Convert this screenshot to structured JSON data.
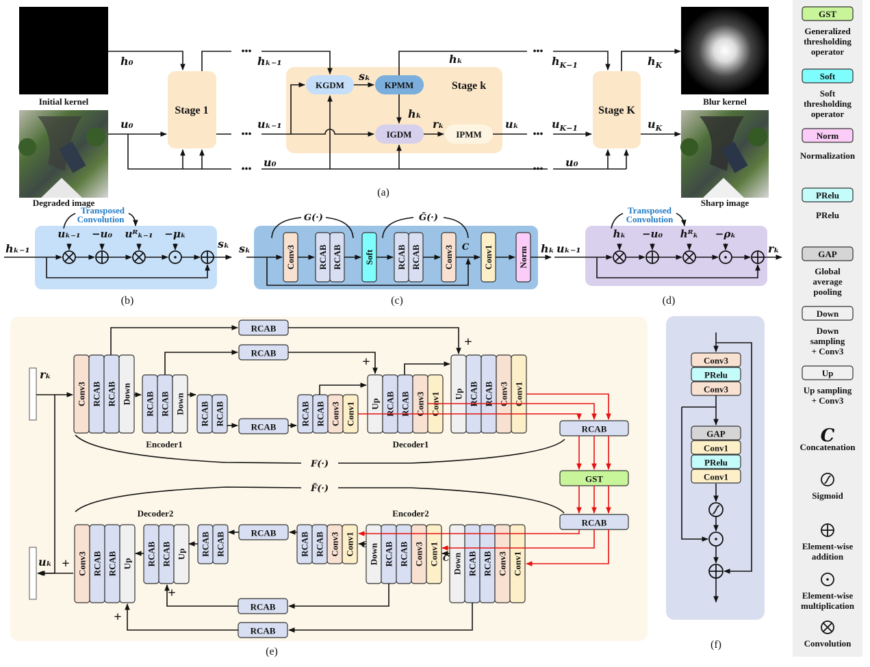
{
  "colors": {
    "stage": "#fce7c9",
    "kgdm": "#c5dffa",
    "kpmm": "#7aaedc",
    "igdm": "#d7d0ec",
    "ipmm": "#fdf5e2",
    "panel_b": "#c7e0f9",
    "panel_c": "#9cc3e6",
    "panel_d": "#d9d0ee",
    "panel_e": "#fdf7e9",
    "panel_f": "#d8deef",
    "legend_bg": "#efefef",
    "conv3": "#f9e1d2",
    "conv1": "#fdf0c9",
    "rcab": "#d8dff2",
    "down": "#f0f0f0",
    "soft": "#7ffdfd",
    "norm": "#fbccf7",
    "gst": "#c8f59a",
    "prelu": "#c4fbfb",
    "gap": "#d5d5d5",
    "red_line": "#e81010",
    "blue_text": "#1f7ac7"
  },
  "panel_a": {
    "caption": "(a)",
    "initial_kernel_label": "Initial kernel",
    "degraded_image_label": "Degraded image",
    "blur_kernel_label": "Blur kernel",
    "sharp_image_label": "Sharp image",
    "stage1": "Stage 1",
    "stagek": "Stage k",
    "stageK": "Stage K",
    "kgdm": "KGDM",
    "kpmm": "KPMM",
    "igdm": "IGDM",
    "ipmm": "IPMM",
    "ellipsis": "•••",
    "vars": {
      "h0": "h₀",
      "u0": "u₀",
      "hk_1": "hₖ₋₁",
      "uk_1": "uₖ₋₁",
      "sk": "sₖ",
      "hk": "hₖ",
      "rk": "rₖ",
      "uk": "uₖ",
      "hK_1": "h_{K−1}",
      "uK_1": "u_{K−1}",
      "hK": "h_K",
      "uK": "u_K"
    },
    "var_text": {
      "hK_1": "h",
      "hK_1_sub": "K−1",
      "uK_1": "u",
      "uK_1_sub": "K−1",
      "hK": "h",
      "hK_sub": "K",
      "uK": "u",
      "uK_sub": "K"
    }
  },
  "panel_b": {
    "caption": "(b)",
    "transposed": [
      "Transposed",
      "Convolution"
    ],
    "input": "hₖ₋₁",
    "output": "sₖ",
    "ops": [
      {
        "type": "convolution",
        "label": "uₖ₋₁"
      },
      {
        "type": "addition",
        "label": "−u₀"
      },
      {
        "type": "convolution",
        "label": "uᴿₖ₋₁"
      },
      {
        "type": "multiplication",
        "label": "−μₖ"
      },
      {
        "type": "addition",
        "label": ""
      }
    ]
  },
  "panel_c": {
    "caption": "(c)",
    "input": "sₖ",
    "output": "hₖ",
    "g_label": "G(·)",
    "gt_label": "G̃(·)",
    "concat": "C",
    "blocks": [
      "Conv3",
      "RCAB",
      "RCAB",
      "Soft",
      "RCAB",
      "RCAB",
      "Conv3",
      "Conv1",
      "Norm"
    ]
  },
  "panel_d": {
    "caption": "(d)",
    "transposed": [
      "Transposed",
      "Convolution"
    ],
    "input": "uₖ₋₁",
    "output": "rₖ",
    "ops": [
      {
        "type": "convolution",
        "label": "hₖ"
      },
      {
        "type": "addition",
        "label": "−u₀"
      },
      {
        "type": "convolution",
        "label": "hᴿₖ"
      },
      {
        "type": "multiplication",
        "label": "−ρₖ"
      },
      {
        "type": "addition",
        "label": ""
      }
    ]
  },
  "panel_e": {
    "caption": "(e)",
    "input": "rₖ",
    "output": "uₖ",
    "encoder1": "Encoder1",
    "decoder1": "Decoder1",
    "encoder2": "Encoder2",
    "decoder2": "Decoder2",
    "f_label": "F(·)",
    "ft_label": "F̃(·)",
    "plus": "+",
    "concat": "C",
    "rcab": "RCAB",
    "gst": "GST",
    "enc1_a": [
      "Conv3",
      "RCAB",
      "RCAB",
      "Down"
    ],
    "enc1_b": [
      "RCAB",
      "RCAB",
      "Down"
    ],
    "enc1_c": [
      "RCAB",
      "RCAB"
    ],
    "dec1_a": [
      "RCAB",
      "RCAB",
      "Conv3",
      "Conv1"
    ],
    "dec1_b": [
      "Up",
      "RCAB",
      "RCAB",
      "Conv3",
      "Conv1"
    ],
    "dec1_c": [
      "Up",
      "RCAB",
      "RCAB",
      "Conv3",
      "Conv1"
    ],
    "enc2_a": [
      "RCAB",
      "RCAB",
      "Conv3",
      "Conv1"
    ],
    "enc2_b": [
      "Down",
      "RCAB",
      "RCAB",
      "Conv3",
      "Conv1"
    ],
    "enc2_c": [
      "Down",
      "RCAB",
      "RCAB",
      "Conv3",
      "Conv1"
    ],
    "dec2_c": [
      "RCAB",
      "RCAB"
    ],
    "dec2_b": [
      "RCAB",
      "RCAB",
      "Up"
    ],
    "dec2_a": [
      "Conv3",
      "RCAB",
      "RCAB",
      "Up"
    ]
  },
  "panel_f": {
    "caption": "(f)",
    "blocks_top": [
      "Conv3",
      "PRelu",
      "Conv3"
    ],
    "blocks_mid": [
      "GAP",
      "Conv1",
      "PRelu",
      "Conv1"
    ]
  },
  "legend": [
    {
      "box": "GST",
      "desc": [
        "Generalized",
        "thresholding",
        "operator"
      ],
      "color_key": "gst"
    },
    {
      "box": "Soft",
      "desc": [
        "Soft",
        "thresholding",
        "operator"
      ],
      "color_key": "soft"
    },
    {
      "box": "Norm",
      "desc": [
        "Normalization"
      ],
      "color_key": "norm"
    },
    {
      "box": "PRelu",
      "desc": [
        "PRelu"
      ],
      "color_key": "prelu"
    },
    {
      "box": "GAP",
      "desc": [
        "Global",
        "average",
        "pooling"
      ],
      "color_key": "gap"
    },
    {
      "box": "Down",
      "desc": [
        "Down",
        "sampling",
        "+ Conv3"
      ],
      "color_key": "down"
    },
    {
      "box": "Up",
      "desc": [
        "Up sampling",
        "+ Conv3"
      ],
      "color_key": "down"
    },
    {
      "symbol": "C",
      "desc": [
        "Concatenation"
      ]
    },
    {
      "symbol": "sigmoid",
      "desc": [
        "Sigmoid"
      ]
    },
    {
      "symbol": "plus",
      "desc": [
        "Element-wise",
        "addition"
      ]
    },
    {
      "symbol": "dot",
      "desc": [
        "Element-wise",
        "multiplication"
      ]
    },
    {
      "symbol": "times",
      "desc": [
        "Convolution"
      ]
    }
  ]
}
